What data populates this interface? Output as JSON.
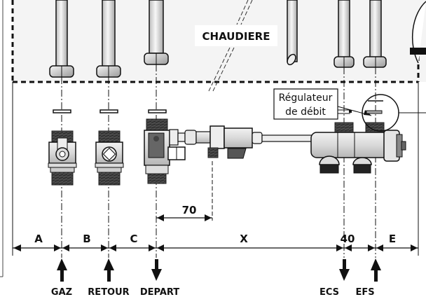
{
  "boiler": {
    "label": "CHAUDIERE"
  },
  "callout": {
    "line1": "Régulateur",
    "line2": "de débit"
  },
  "dimensions": {
    "a": "A",
    "b": "B",
    "c": "C",
    "x": "X",
    "spacing_70": "70",
    "spacing_40": "40",
    "e": "E"
  },
  "connections": [
    {
      "label": "GAZ",
      "direction": "up"
    },
    {
      "label": "RETOUR",
      "direction": "up"
    },
    {
      "label": "DEPART",
      "direction": "down"
    },
    {
      "label": "ECS",
      "direction": "down"
    },
    {
      "label": "EFS",
      "direction": "up"
    }
  ],
  "colors": {
    "line": "#111111",
    "boiler_fill": "#f4f4f4",
    "metal_light": "#e8e8e8",
    "metal_dark": "#555555",
    "thread": "#3a3a3a"
  }
}
